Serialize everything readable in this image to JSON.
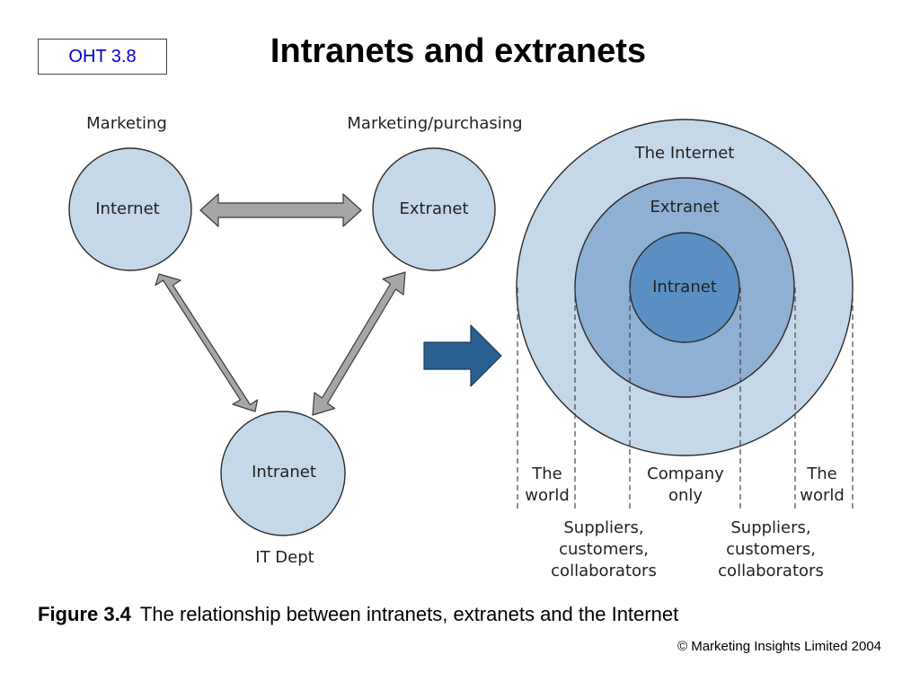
{
  "slide": {
    "oht_label": "OHT 3.8",
    "title": "Intranets and extranets"
  },
  "left_diagram": {
    "nodes": [
      {
        "label": "Internet",
        "caption": "Marketing"
      },
      {
        "label": "Extranet",
        "caption": "Marketing/purchasing"
      },
      {
        "label": "Intranet",
        "caption": "IT Dept"
      }
    ]
  },
  "right_diagram": {
    "rings": [
      {
        "label": "The Internet"
      },
      {
        "label": "Extranet"
      },
      {
        "label": "Intranet"
      }
    ],
    "zones_top": [
      {
        "line1": "The",
        "line2": "world"
      },
      {
        "line1": "Company",
        "line2": "only"
      },
      {
        "line1": "The",
        "line2": "world"
      }
    ],
    "zones_bottom": [
      {
        "line1": "Suppliers,",
        "line2": "customers,",
        "line3": "collaborators"
      },
      {
        "line1": "Suppliers,",
        "line2": "customers,",
        "line3": "collaborators"
      }
    ]
  },
  "caption": {
    "label": "Figure 3.4",
    "text": "The relationship between intranets, extranets and the Internet"
  },
  "copyright": "© Marketing Insights Limited 2004",
  "colors": {
    "circle_light": "#c5d8ea",
    "ring_mid": "#8eb0d2",
    "core_dark": "#5b8fc3",
    "grey_arrow": "#a6a6a6",
    "blue_arrow": "#2a5f92",
    "oht_text": "#0000cc"
  }
}
